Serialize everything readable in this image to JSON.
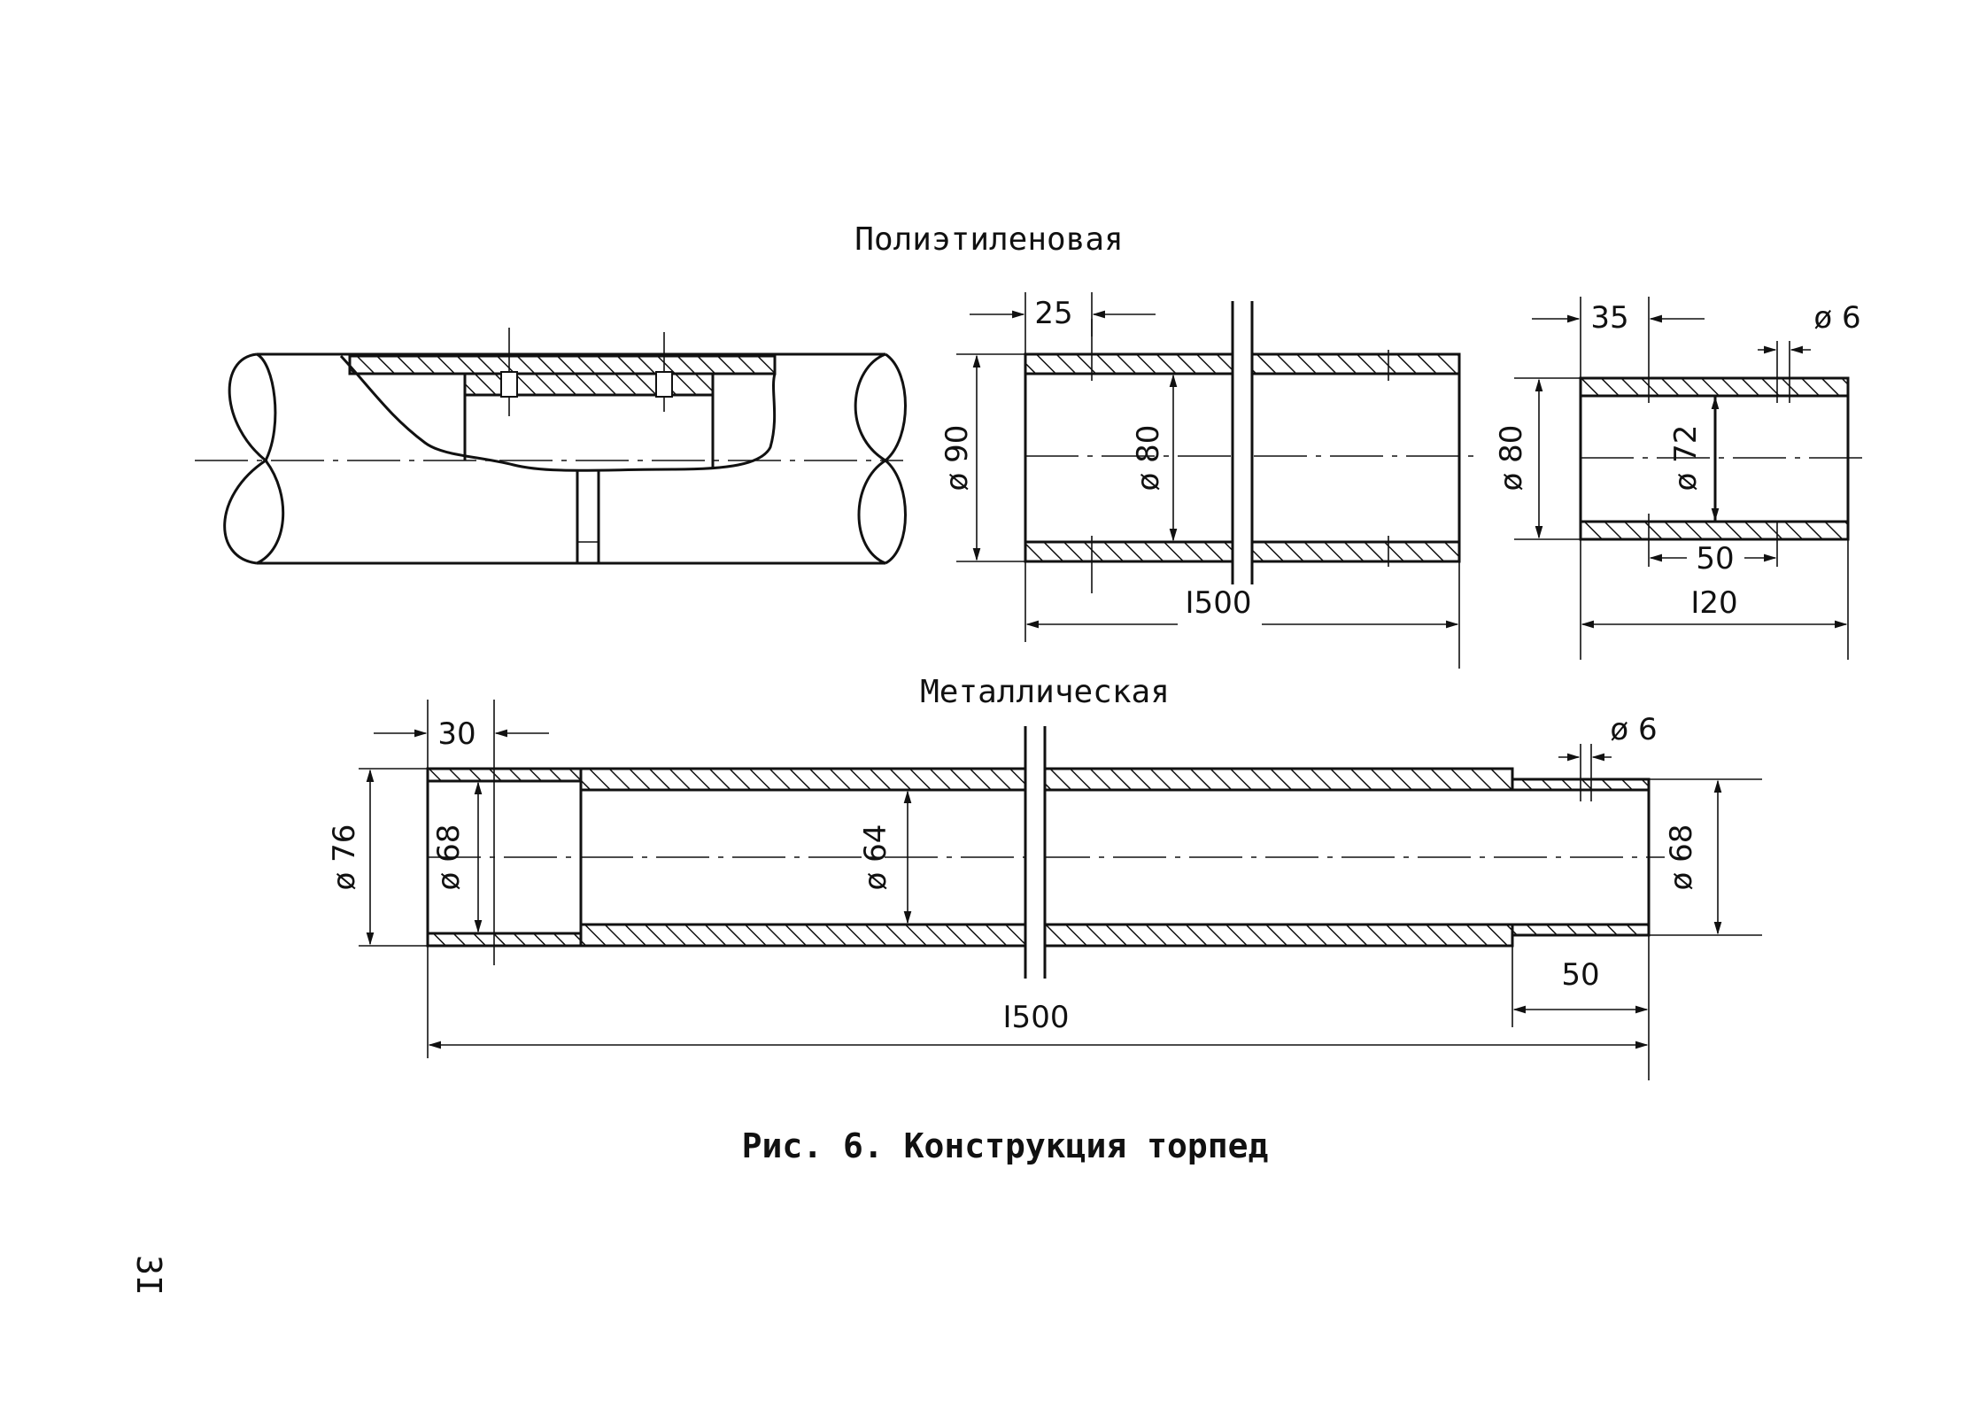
{
  "headings": {
    "polyethylene": "Полиэтиленовая",
    "metal": "Металлическая"
  },
  "caption": "Рис. 6. Конструкция торпед",
  "page_number": "3I",
  "dimensions": {
    "poly_offset": "25",
    "poly_outer_dia": "ø 90",
    "poly_inner_dia": "ø 80",
    "poly_length": "I500",
    "plug_offset": "35",
    "plug_hole_dia": "ø 6",
    "plug_outer_dia": "ø 80",
    "plug_inner_dia": "ø 72",
    "plug_bore_len": "50",
    "plug_length": "I20",
    "metal_offset": "30",
    "metal_hole_dia": "ø 6",
    "metal_outer_dia": "ø 76",
    "metal_socket_dia": "ø 68",
    "metal_inner_dia": "ø 64",
    "metal_spigot_dia": "ø 68",
    "metal_spigot_len": "50",
    "metal_length": "I500"
  }
}
